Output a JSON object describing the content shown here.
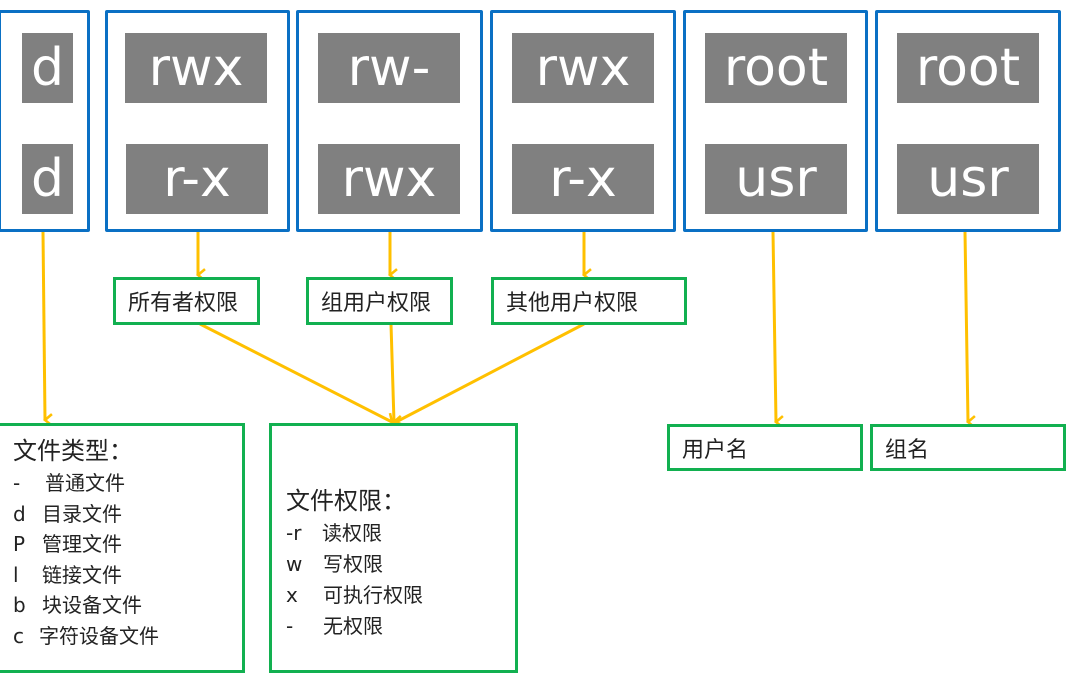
{
  "colors": {
    "column_border": "#0a70c4",
    "cell_fill": "#808080",
    "cell_text": "#ffffff",
    "label_border": "#12b050",
    "arrow": "#ffc000",
    "text": "#222222"
  },
  "columns": [
    {
      "id": "type",
      "top": "d",
      "bottom": "d"
    },
    {
      "id": "owner",
      "top": "rwx",
      "bottom": "r-x"
    },
    {
      "id": "group",
      "top": "rw-",
      "bottom": "rwx"
    },
    {
      "id": "others",
      "top": "rwx",
      "bottom": "r-x"
    },
    {
      "id": "user",
      "top": "root",
      "bottom": "usr"
    },
    {
      "id": "groupname",
      "top": "root",
      "bottom": "usr"
    }
  ],
  "mid_labels": {
    "owner": "所有者权限",
    "group": "组用户权限",
    "others": "其他用户权限"
  },
  "bottom_labels": {
    "user": "用户名",
    "group": "组名"
  },
  "file_types": {
    "title": "文件类型：",
    "items": [
      {
        "key": "-",
        "desc": "普通文件"
      },
      {
        "key": "d",
        "desc": "目录文件"
      },
      {
        "key": "P",
        "desc": "管理文件"
      },
      {
        "key": "l",
        "desc": "链接文件"
      },
      {
        "key": "b",
        "desc": "块设备文件"
      },
      {
        "key": "c",
        "desc": "字符设备文件"
      }
    ]
  },
  "file_permissions": {
    "title": "文件权限：",
    "items": [
      {
        "key": "-r",
        "desc": "读权限"
      },
      {
        "key": "w",
        "desc": "写权限"
      },
      {
        "key": "x",
        "desc": "可执行权限"
      },
      {
        "key": "-",
        "desc": "无权限"
      }
    ]
  }
}
